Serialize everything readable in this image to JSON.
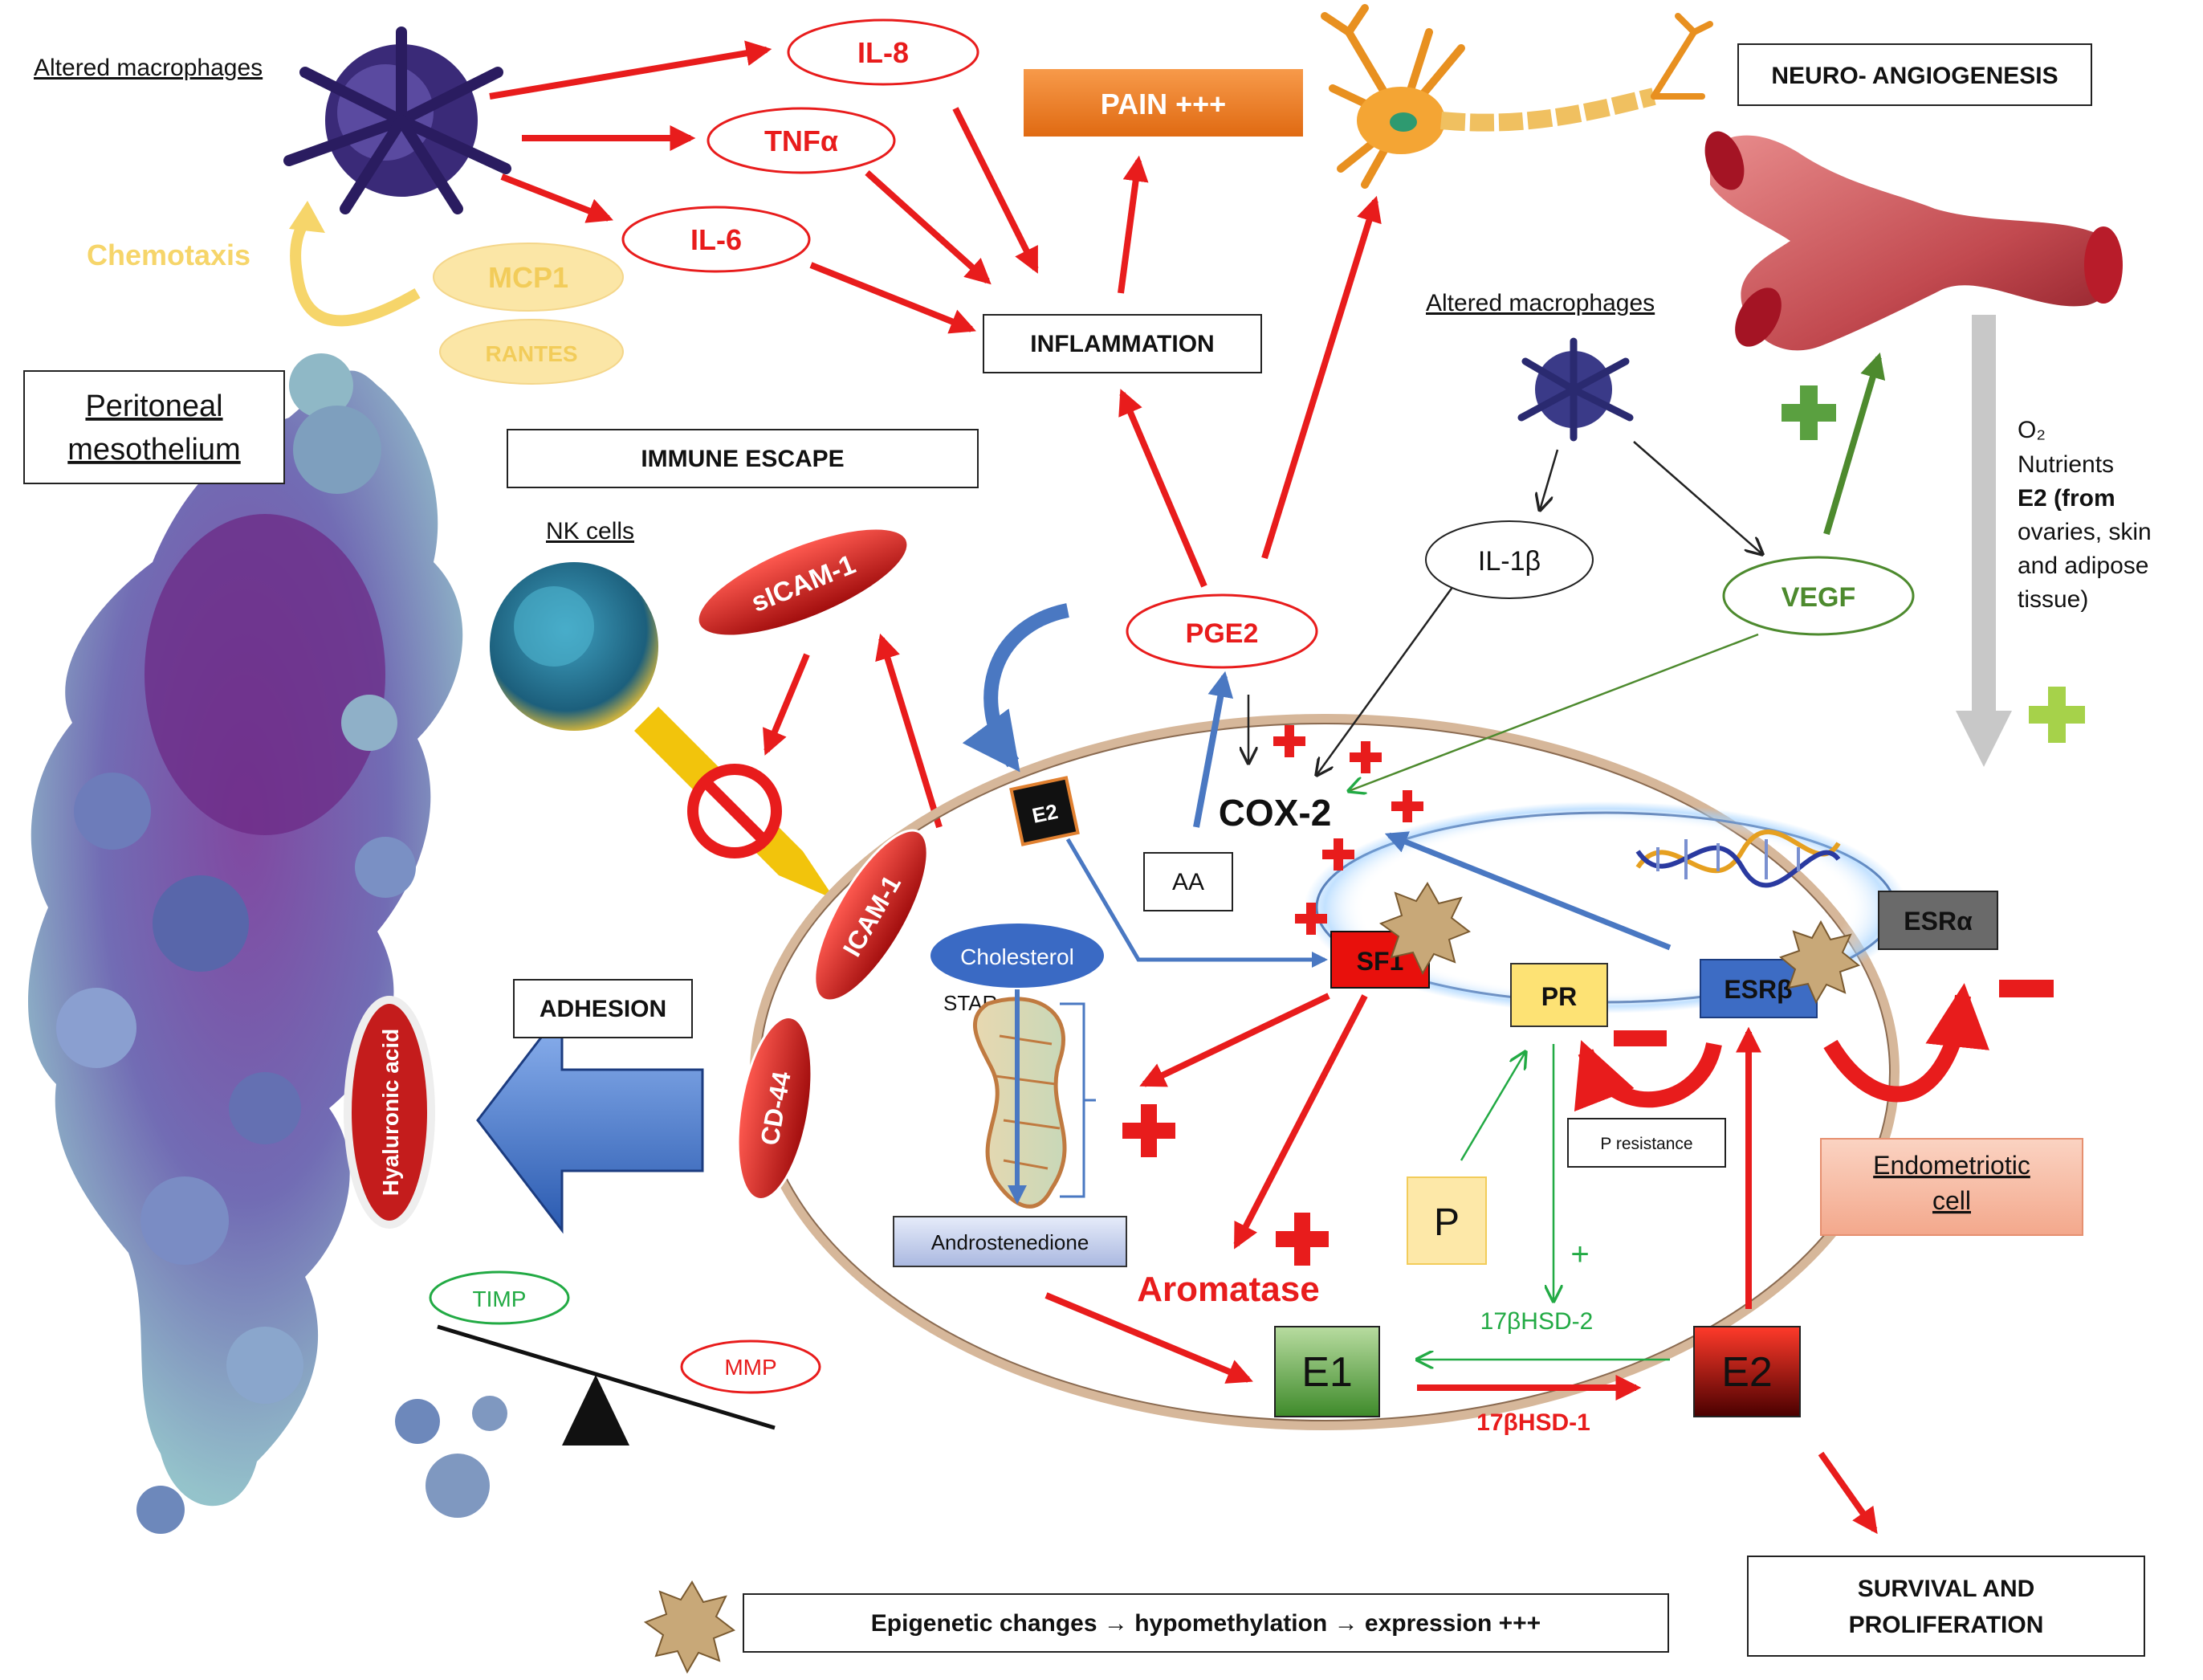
{
  "labels": {
    "altered_macrophages_top": "Altered macrophages",
    "il8": "IL-8",
    "tnfa": "TNFα",
    "il6": "IL-6",
    "mcp1": "MCP1",
    "rantes": "RANTES",
    "chemotaxis": "Chemotaxis",
    "pain": "PAIN +++",
    "inflammation": "INFLAMMATION",
    "neuro_angiogenesis": "NEURO- ANGIOGENESIS",
    "peritoneal_mesothelium": [
      "Peritoneal",
      "mesothelium"
    ],
    "immune_escape": "IMMUNE ESCAPE",
    "nk_cells": "NK cells",
    "sicam1": "sICAM-1",
    "icam1": "ICAM-1",
    "cd44": "CD-44",
    "hyaluronic_acid": "Hyaluronic acid",
    "adhesion": "ADHESION",
    "timp": "TIMP",
    "mmp": "MMP",
    "altered_macrophages_right": "Altered macrophages",
    "il1b": "IL-1β",
    "vegf": "VEGF",
    "supply_lines": [
      "O₂",
      "Nutrients",
      "E2 (from",
      "ovaries, skin",
      "and adipose",
      "tissue)"
    ],
    "pge2": "PGE2",
    "cox2": "COX-2",
    "aa": "AA",
    "e2_membrane": "E2",
    "cholesterol": "Cholesterol",
    "star": "STAR",
    "androstenedione": "Androstenedione",
    "sf1": "SF1",
    "pr": "PR",
    "esrb": "ESRβ",
    "esra": "ESRα",
    "p_resistance": "P resistance",
    "p": "P",
    "aromatase": "Aromatase",
    "hsd2": "17βHSD-2",
    "hsd1": "17βHSD-1",
    "e1": "E1",
    "e2": "E2",
    "endometriotic_cell": [
      "Endometriotic",
      "cell"
    ],
    "survival": [
      "SURVIVAL AND",
      "PROLIFERATION"
    ],
    "epigenetic": "Epigenetic changes → hypomethylation → expression +++"
  },
  "colors": {
    "red": "#e81c1c",
    "blue": "#4a78c2",
    "green": "#22aa44",
    "dark_green": "#4d8a2e",
    "orange": "#f07c23",
    "yellow_soft": "#fbe6a6",
    "cream_text": "#f6d56a"
  }
}
